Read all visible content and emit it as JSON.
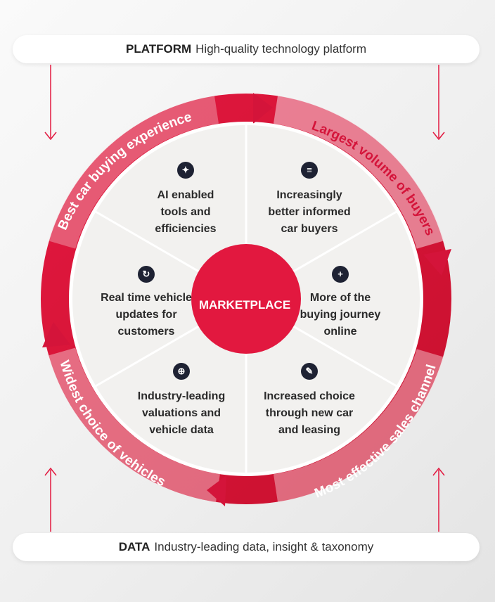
{
  "platform": {
    "heading": "PLATFORM",
    "text": "High-quality technology platform"
  },
  "data_bar": {
    "heading": "DATA",
    "text": "Industry-leading data, insight & taxonomy"
  },
  "hub": {
    "label": "MARKETPLACE"
  },
  "ring_labels": {
    "top_left": "Best car buying experience",
    "top_right": "Largest volume of buyers",
    "bottom_right": "Most effective sales channel",
    "bottom_left": "Widest choice of vehicles"
  },
  "segments": [
    {
      "label": "AI enabled\ntools and\nefficiencies",
      "icon": "sparkle-icon"
    },
    {
      "label": "Increasingly\nbetter informed\ncar buyers",
      "icon": "info-list-icon"
    },
    {
      "label": "More of the\nbuying journey\nonline",
      "icon": "card-plus-icon"
    },
    {
      "label": "Increased choice\nthrough new car\nand leasing",
      "icon": "document-pen-icon"
    },
    {
      "label": "Industry-leading\nvaluations and\nvehicle data",
      "icon": "valuation-icon"
    },
    {
      "label": "Real time vehicle\nupdates for\ncustomers",
      "icon": "refresh-icon"
    }
  ],
  "colors": {
    "accent": "#e2183f",
    "accent_dark": "#b30d2f",
    "segment_bg": "#f2f1ef",
    "icon_bg": "#1e2233"
  }
}
